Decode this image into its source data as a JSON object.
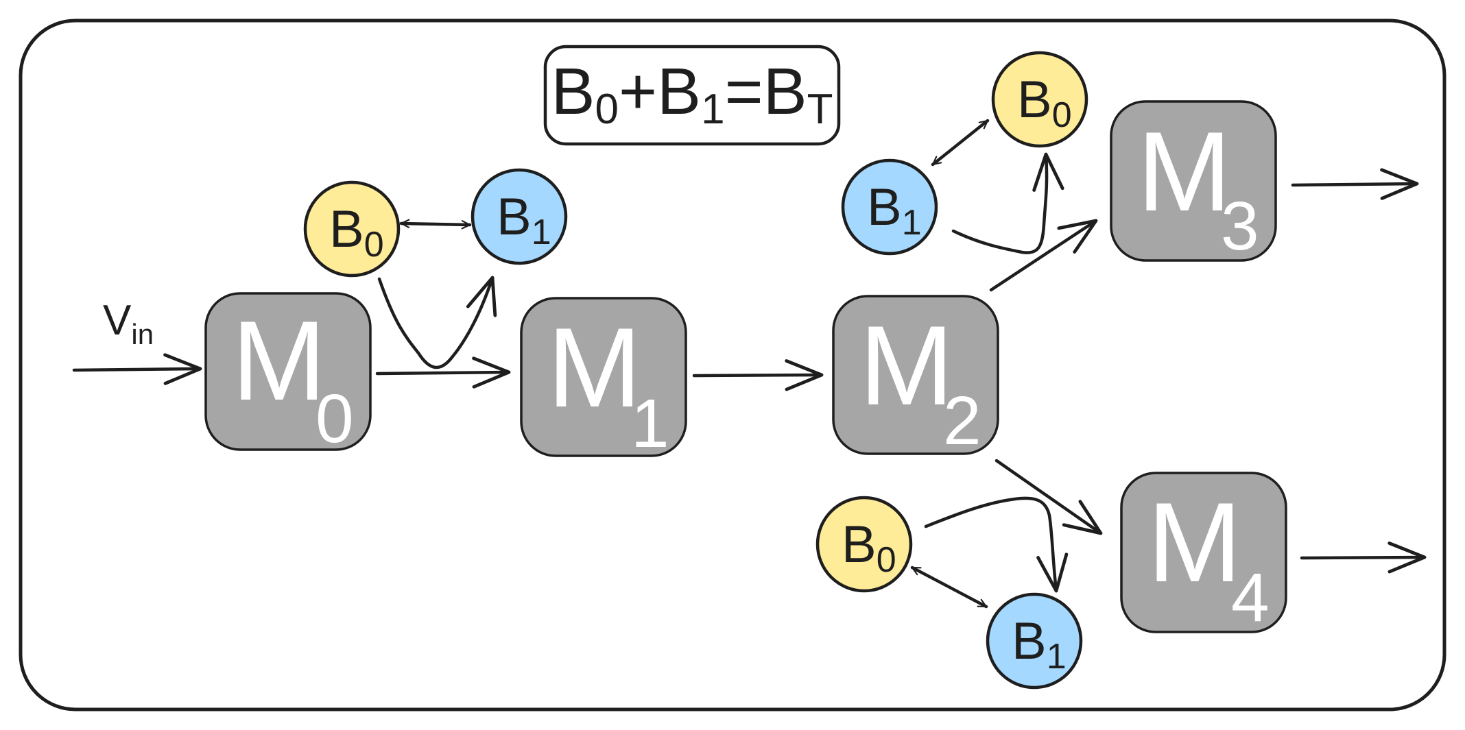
{
  "formula": {
    "parts": [
      {
        "main": "B",
        "sub": "0"
      },
      {
        "op": "+"
      },
      {
        "main": "B",
        "sub": "1"
      },
      {
        "op": "="
      },
      {
        "main": "B",
        "sub": "T"
      }
    ]
  },
  "input": {
    "main": "V",
    "sub": "in"
  },
  "modules": [
    {
      "id": "m0",
      "main": "M",
      "sub": "0"
    },
    {
      "id": "m1",
      "main": "M",
      "sub": "1"
    },
    {
      "id": "m2",
      "main": "M",
      "sub": "2"
    },
    {
      "id": "m3",
      "main": "M",
      "sub": "3"
    },
    {
      "id": "m4",
      "main": "M",
      "sub": "4"
    }
  ],
  "buffers": [
    {
      "id": "g1-b0",
      "main": "B",
      "sub": "0",
      "fill_color": "#ffec99"
    },
    {
      "id": "g1-b1",
      "main": "B",
      "sub": "1",
      "fill_color": "#a5d8ff"
    },
    {
      "id": "g2-b1",
      "main": "B",
      "sub": "1",
      "fill_color": "#a5d8ff"
    },
    {
      "id": "g2-b0",
      "main": "B",
      "sub": "0",
      "fill_color": "#ffec99"
    },
    {
      "id": "g3-b0",
      "main": "B",
      "sub": "0",
      "fill_color": "#ffec99"
    },
    {
      "id": "g3-b1",
      "main": "B",
      "sub": "1",
      "fill_color": "#a5d8ff"
    }
  ],
  "edges": [
    {
      "from": "input",
      "to": "m0"
    },
    {
      "from": "m0",
      "to": "m1"
    },
    {
      "from": "m1",
      "to": "m2"
    },
    {
      "from": "m2",
      "to": "m3"
    },
    {
      "from": "m2",
      "to": "m4"
    },
    {
      "from": "m3",
      "to": "output"
    },
    {
      "from": "m4",
      "to": "output"
    },
    {
      "from": "g1-b0",
      "to": "g1-b1",
      "bidirectional": true
    },
    {
      "from": "g2-b1",
      "to": "g2-b0",
      "bidirectional": true
    },
    {
      "from": "g3-b0",
      "to": "g3-b1",
      "bidirectional": true
    },
    {
      "from": "g1-b0",
      "to": "g1-b1",
      "curved": true
    },
    {
      "from": "g2-b1",
      "to": "g2-b0",
      "curved": true
    },
    {
      "from": "g3-b0",
      "to": "g3-b1",
      "curved": true
    }
  ],
  "colors": {
    "module_fill": "#a6a6a6",
    "buffer_0": "#ffec99",
    "buffer_1": "#a5d8ff",
    "stroke": "#1e1e1e",
    "background": "#ffffff"
  }
}
